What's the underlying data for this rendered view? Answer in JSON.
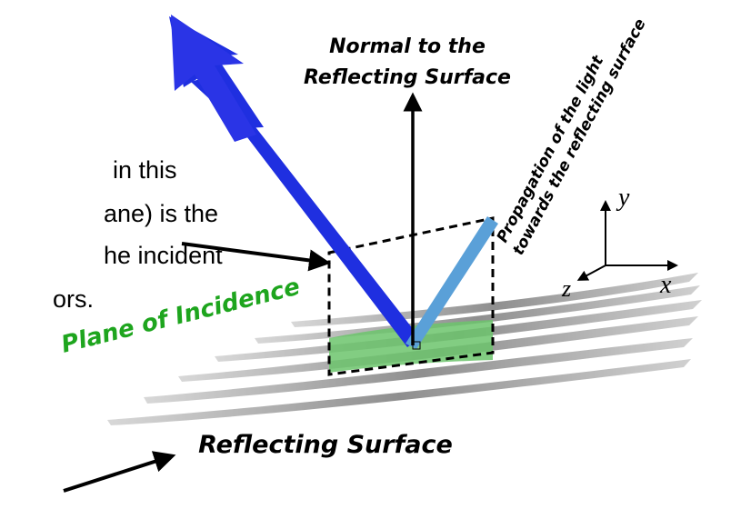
{
  "labels": {
    "normal_line1": "Normal to the",
    "normal_line2": "Reflecting Surface",
    "propagation_line1": "Propagation of the light",
    "propagation_line2": "towards the reflecting surface",
    "plane_of_incidence": "Plane of Incidence",
    "reflecting_surface": "Reflecting Surface",
    "axis_y": "y",
    "axis_x": "x",
    "axis_z": "z"
  },
  "caption": {
    "line1": "in this",
    "line2": "ane) is the",
    "line3": "he incident",
    "line4": "ors."
  },
  "colors": {
    "reflected_ray": "#1f2fe0",
    "incident_ray": "#5aa0d8",
    "plane_label": "#1ea51e",
    "plane_fill": "#6cc46c",
    "surface": "#9a9a9a",
    "axes": "#000000"
  }
}
